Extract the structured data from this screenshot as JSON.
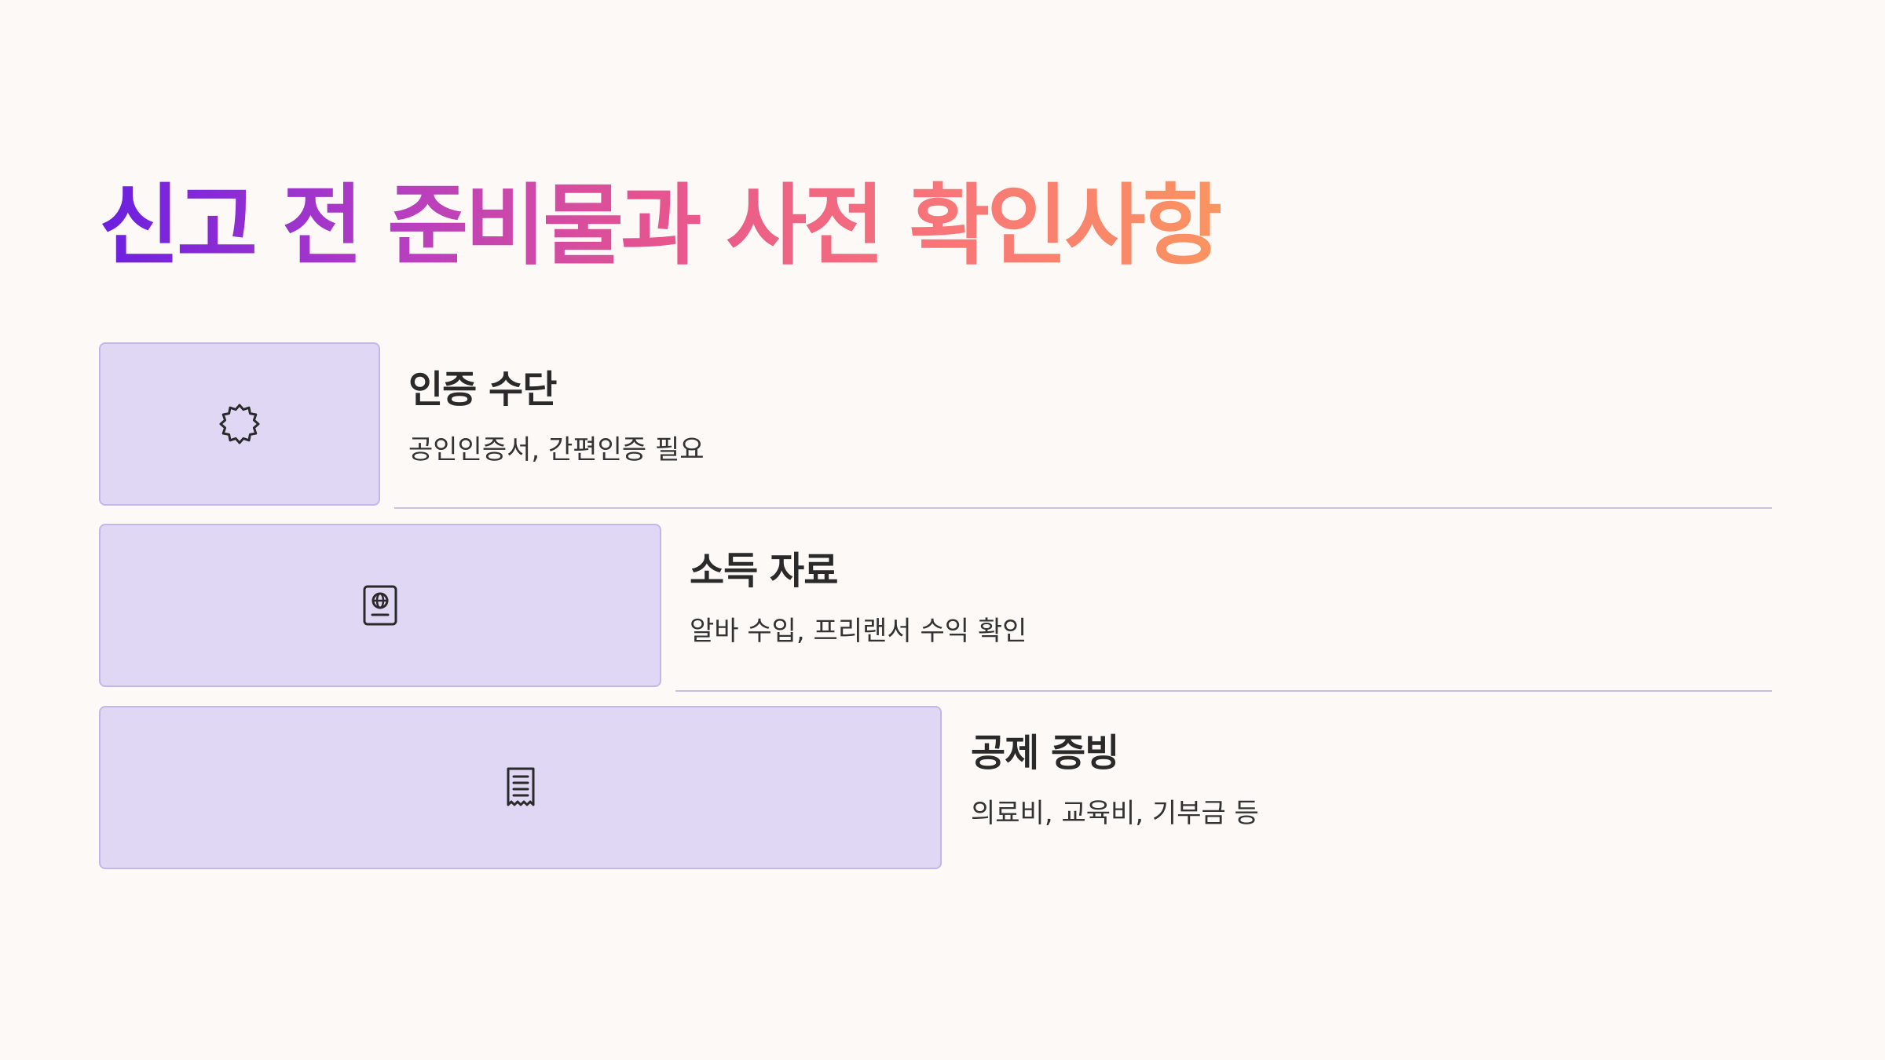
{
  "title": "신고 전 준비물과 사전 확인사항",
  "accent_colors": {
    "gradient_start": "#6a1fe0",
    "gradient_end": "#fa9460",
    "box_fill": "#e0d7f5",
    "box_border": "#c3b7e8"
  },
  "items": [
    {
      "icon": "badge-icon",
      "title": "인증 수단",
      "description": "공인인증서, 간편인증 필요"
    },
    {
      "icon": "passport-icon",
      "title": "소득 자료",
      "description": "알바 수입, 프리랜서 수익 확인"
    },
    {
      "icon": "receipt-icon",
      "title": "공제 증빙",
      "description": "의료비, 교육비, 기부금 등"
    }
  ]
}
